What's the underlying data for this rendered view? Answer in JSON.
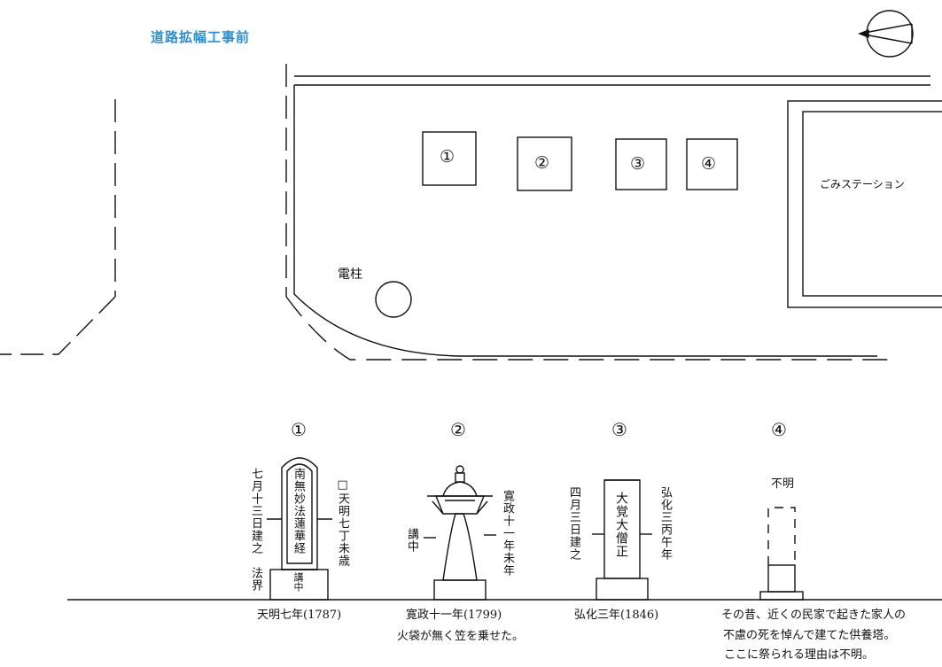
{
  "title": "道路拡幅工事前",
  "map": {
    "markers": [
      "①",
      "②",
      "③",
      "④"
    ],
    "garbage_station": "ごみステーション",
    "pole_label": "電柱"
  },
  "monuments": [
    {
      "number": "①",
      "body_text": "南無妙法蓮華経",
      "base_text": "講中",
      "left_text": "七月十三日建之",
      "left_sub": "法界",
      "right_text": "□天明七丁未歳",
      "caption": "天明七年(1787)"
    },
    {
      "number": "②",
      "left_text": "講中",
      "right_text": "寛政十一年未年",
      "caption": "寛政十一年(1799)",
      "caption2": "火袋が無く笠を乗せた。"
    },
    {
      "number": "③",
      "body_text": "大覚大僧正",
      "left_text": "四月三日建之",
      "right_text": "弘化三丙午年",
      "caption": "弘化三年(1846)"
    },
    {
      "number": "④",
      "top_text": "不明",
      "caption_lines": [
        "その昔、近くの民家で起きた家人の",
        "不慮の死を悼んで建てた供養塔。",
        "ここに祭られる理由は不明。"
      ]
    }
  ]
}
